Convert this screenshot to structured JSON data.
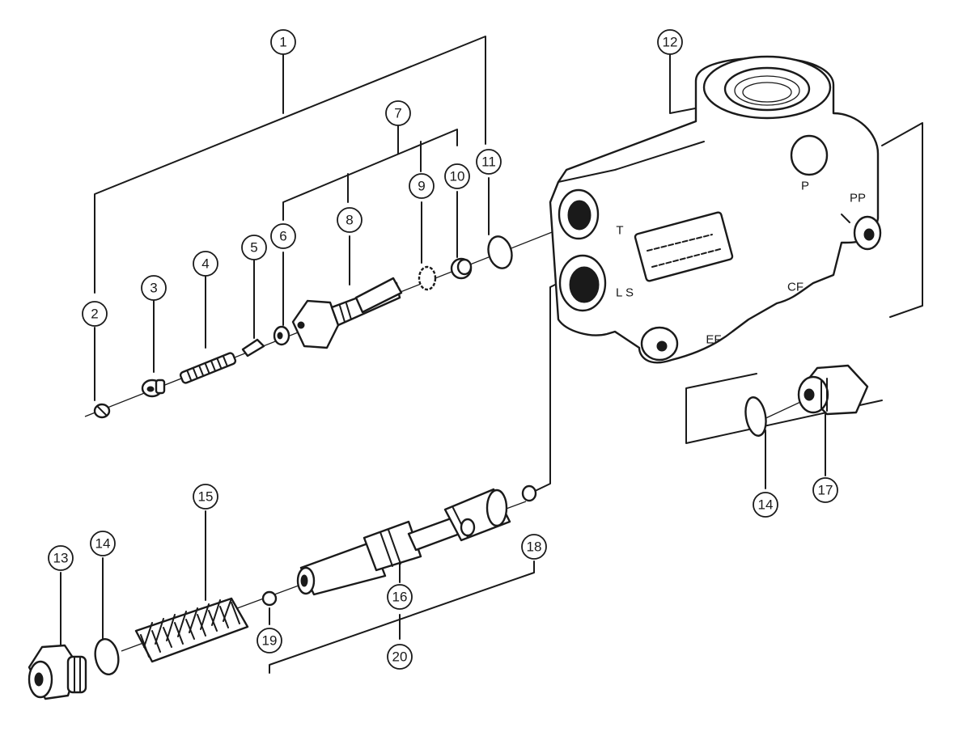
{
  "callouts": [
    "1",
    "2",
    "3",
    "4",
    "5",
    "6",
    "7",
    "8",
    "9",
    "10",
    "11",
    "12",
    "13",
    "14",
    "14",
    "15",
    "16",
    "17",
    "18",
    "19",
    "20"
  ],
  "ports": {
    "t": "T",
    "ls": "L S",
    "p": "P",
    "pp": "PP",
    "cf": "CF",
    "ef": "EF"
  }
}
